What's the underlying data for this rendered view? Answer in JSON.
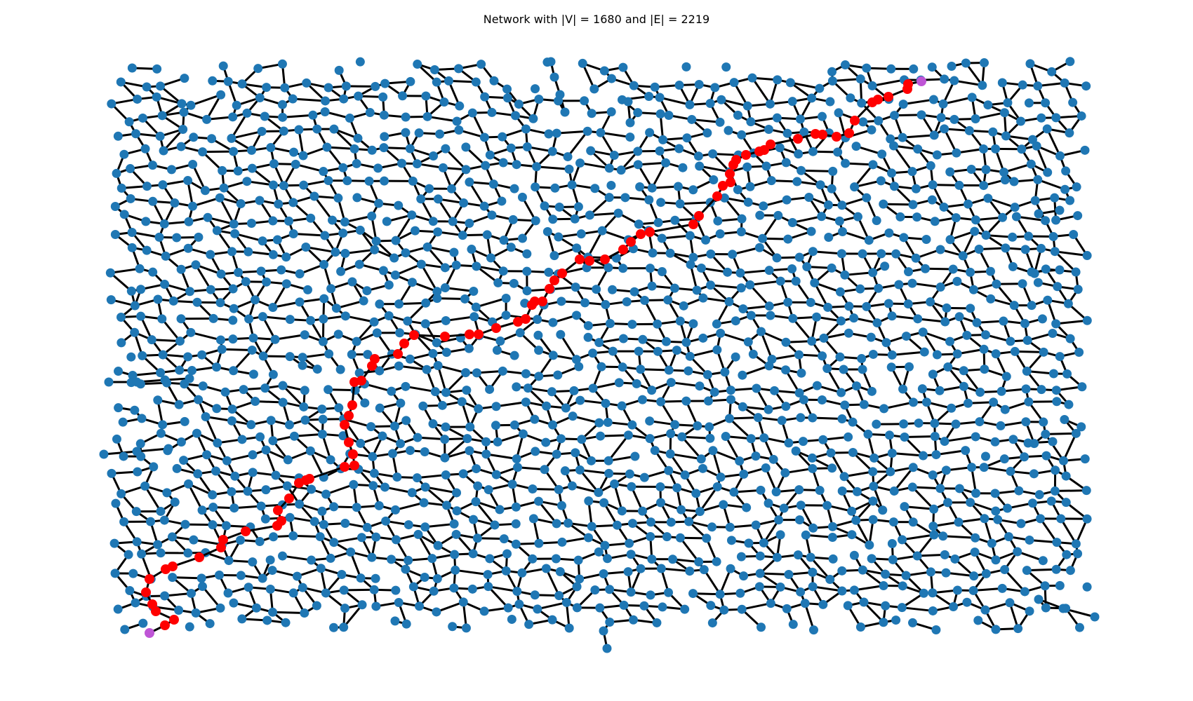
{
  "title": "Network with |V| = 1680 and |E| = 2219",
  "colors": {
    "background": "#ffffff",
    "edge": "#000000",
    "node": "#1f77b4",
    "path_node": "#ff0000",
    "endpoint_node": "#bf55d6"
  },
  "legend": "none",
  "path_description": "shortest path highlighted in red between two purple endpoint nodes"
}
